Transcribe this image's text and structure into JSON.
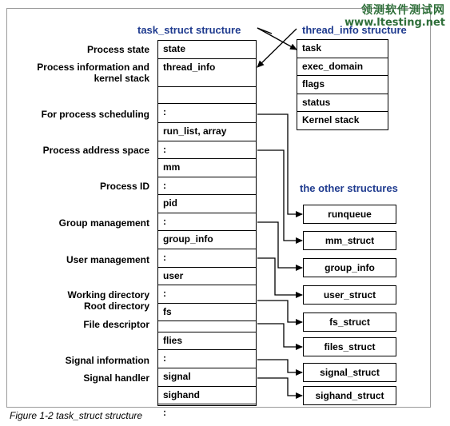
{
  "watermark": {
    "cn": "领测软件测试网",
    "url": "www.ltesting.net"
  },
  "titles": {
    "task_struct": "task_struct structure",
    "thread_info": "thread_info structure",
    "other": "the other structures"
  },
  "task_struct_cells": [
    "state",
    "thread_info",
    "",
    ":",
    "run_list, array",
    ":",
    "mm",
    ":",
    "pid",
    ":",
    "group_info",
    ":",
    "user",
    ":",
    "fs",
    "",
    "flies",
    ":",
    "signal",
    "sighand",
    ":"
  ],
  "thread_info_cells": [
    "task",
    "exec_domain",
    "flags",
    "status",
    "Kernel stack"
  ],
  "labels": {
    "process_state": "Process state",
    "process_info_1": "Process information and",
    "process_info_2": "kernel stack",
    "scheduling": "For process scheduling",
    "address_space": "Process address space",
    "process_id": "Process ID",
    "group": "Group management",
    "user": "User management",
    "working_dir": "Working directory",
    "root_dir": "Root directory",
    "file_desc": "File descriptor",
    "signal_info": "Signal information",
    "signal_handler": "Signal handler"
  },
  "other_structures": [
    "runqueue",
    "mm_struct",
    "group_info",
    "user_struct",
    "fs_struct",
    "files_struct",
    "signal_struct",
    "sighand_struct"
  ],
  "caption": "Figure 1-2   task_struct structure"
}
